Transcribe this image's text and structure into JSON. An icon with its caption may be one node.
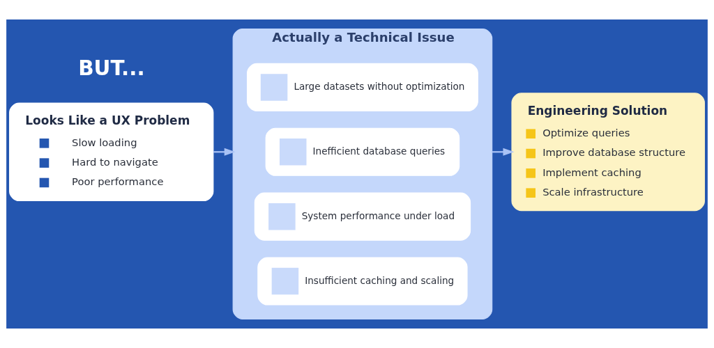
{
  "diagram": {
    "nodes": [
      {
        "text": [
          "Looks Like a UX Problem",
          "Slow loading",
          "Hard to navigate",
          "Poor performance"
        ]
      },
      {
        "text": [
          "Actually a Technical Issue"
        ]
      },
      {
        "text": [
          "Large datasets without optimization"
        ],
        "in": 1
      },
      {
        "text": [
          "Inefficient database queries"
        ],
        "in": 1
      },
      {
        "text": [
          "System performance under load"
        ],
        "in": 1
      },
      {
        "text": [
          "Insufficient caching and scaling"
        ],
        "in": 1
      },
      {
        "text": [
          "Engineering Solution",
          "Optimize queries",
          "Improve database structure",
          "Implement caching",
          "Scale infrastructure"
        ]
      }
    ],
    "edges": [
      {
        "from": 0,
        "to": 1,
        "arrow": "to"
      },
      {
        "from": 1,
        "to": 6,
        "arrow": "to"
      }
    ],
    "labels": [
      "BUT..."
    ]
  }
}
